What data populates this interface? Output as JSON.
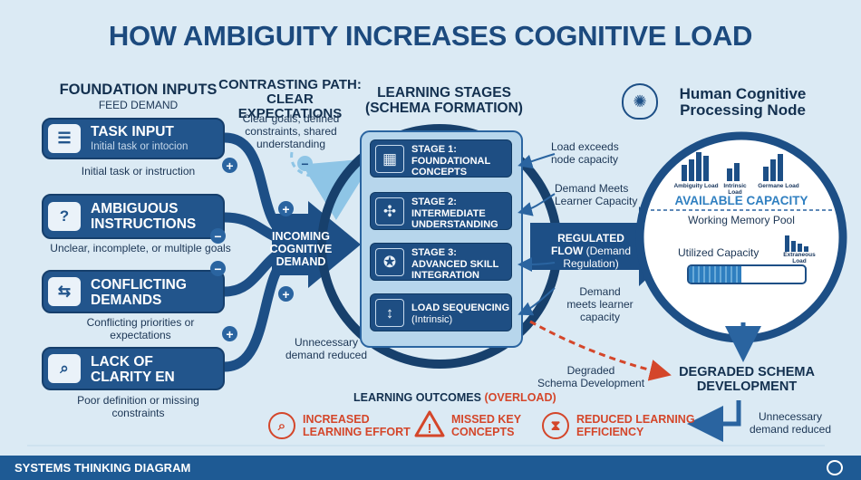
{
  "title": "HOW AMBIGUITY INCREASES COGNITIVE LOAD",
  "foundation": {
    "heading": "FOUNDATION INPUTS",
    "subheading": "FEED DEMAND",
    "inputs": [
      {
        "title": "TASK INPUT",
        "subtitle": "Initial task or intocion",
        "caption": "Initial task or instruction",
        "icon": "clipboard-icon"
      },
      {
        "title": "AMBIGUOUS\nINSTRUCTIONS",
        "subtitle": "",
        "caption": "Unclear, incomplete, or multiple goals",
        "icon": "question-document-icon"
      },
      {
        "title": "CONFLICTING\nDEMANDS",
        "subtitle": "",
        "caption": "Conflicting priorities or expectations",
        "icon": "diverging-arrows-icon"
      },
      {
        "title": "LACK OF\nCLARITY EN",
        "subtitle": "",
        "caption": "Poor definition or missing constraints",
        "icon": "magnifier-icon"
      }
    ],
    "signs": [
      "+",
      "+",
      "−",
      "−",
      "+",
      "+"
    ]
  },
  "contrast": {
    "heading": "CONTRASTING PATH:\nCLEAR EXPECTATIONS",
    "text": "Clear goals, defined constraints, shared understanding",
    "sign": "−"
  },
  "incoming": "INCOMING\nCOGNITIVE\nDEMAND",
  "stages": {
    "heading": "LEARNING STAGES\n(SCHEMA FORMATION)",
    "items": [
      {
        "label": "STAGE 1:\nFOUNDATIONAL\nCONCEPTS",
        "icon": "blocks-icon"
      },
      {
        "label": "STAGE 2:\nINTERMEDIATE\nUNDERSTANDING",
        "icon": "network-icon"
      },
      {
        "label": "STAGE 3:\nADVANCED SKILL\nINTEGRATION",
        "icon": "award-icon"
      },
      {
        "label": "LOAD SEQUENCING",
        "sublabel": "(Intrinsic)",
        "icon": "sequence-icon"
      }
    ]
  },
  "notes": {
    "load_exceeds": "Load exceeds\nnode capacity",
    "demand_meets": "Demand Meets\nLearner Capacity",
    "demand_meets_lower": "Demand\nmeets learner\ncapacity",
    "unnecessary": "Unnecessary\ndemand reduced",
    "degraded_small": "Degraded\nSchema Development",
    "unnecessary_right": "Unnecessary\ndemand reduced"
  },
  "regulated": {
    "bold": "REGULATED\nFLOW",
    "rest": " (Demand\nRegulation)"
  },
  "node": {
    "heading": "Human Cognitive\nProcessing Node",
    "bars": [
      "Ambiguity Load",
      "Intrinsic Load",
      "Germane Load"
    ],
    "available": "AVAILABLE CAPACITY",
    "pool": "Working Memory Pool",
    "utilized": "Utilized Capacity",
    "extraneous": "Extraneous Load",
    "utilized_fill": 0.45
  },
  "degraded": "DEGRADED SCHEMA\nDEVELOPMENT",
  "outcomes": {
    "heading_main": "LEARNING OUTCOMES",
    "heading_paren": "(OVERLOAD)",
    "items": [
      {
        "label": "INCREASED\nLEARNING EFFORT",
        "icon": "clock-search-icon"
      },
      {
        "label": "MISSED KEY\nCONCEPTS",
        "icon": "warning-icon"
      },
      {
        "label": "REDUCED LEARNING\nEFFICIENCY",
        "icon": "hourglass-icon"
      }
    ]
  },
  "footer": "SYSTEMS THINKING DIAGRAM",
  "colors": {
    "primary": "#22558c",
    "accent": "#d4462a",
    "background": "#dbeaf4"
  }
}
